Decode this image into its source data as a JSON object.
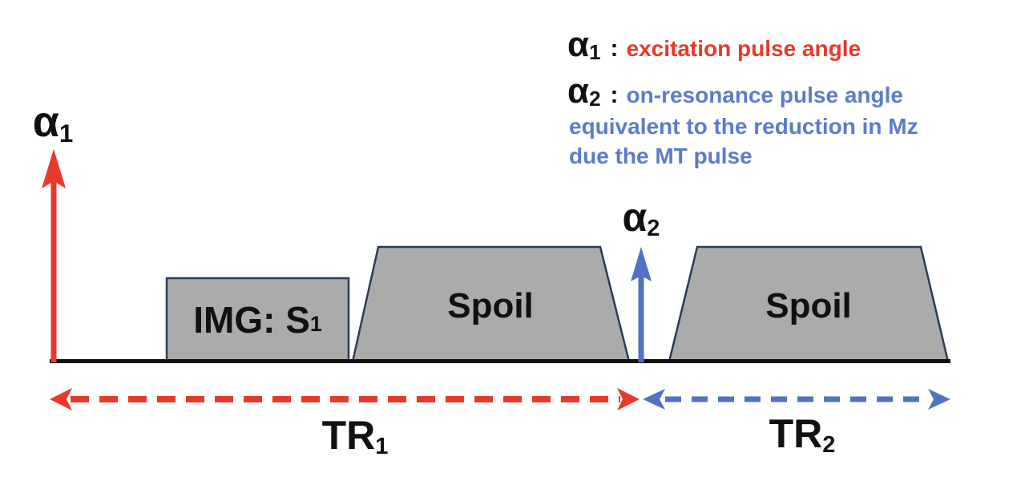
{
  "colors": {
    "excitation_red": "#E8392B",
    "mt_blue": "#4F73C0",
    "legend_blue": "#5B7CC9",
    "block_fill_gray": "#ABABAB",
    "block_border_navy": "#2B3C58",
    "baseline_black": "#111111",
    "background": "#FFFFFF"
  },
  "legend": {
    "line1": {
      "symbol": "α",
      "symbol_sub": "1",
      "separator": ":",
      "text": "excitation pulse angle"
    },
    "line2": {
      "symbol": "α",
      "symbol_sub": "2",
      "separator": ":",
      "text": "on-resonance pulse angle"
    },
    "line3": "equivalent to the reduction in Mz",
    "line4": "due the MT pulse"
  },
  "pulses": {
    "alpha1": {
      "base": "α",
      "sub": "1"
    },
    "alpha2": {
      "base": "α",
      "sub": "2"
    }
  },
  "blocks": {
    "img": {
      "label": "IMG: S",
      "sub": "1"
    },
    "spoil1": "Spoil",
    "spoil2": "Spoil"
  },
  "intervals": {
    "tr1": {
      "base": "TR",
      "sub": "1"
    },
    "tr2": {
      "base": "TR",
      "sub": "2"
    }
  }
}
